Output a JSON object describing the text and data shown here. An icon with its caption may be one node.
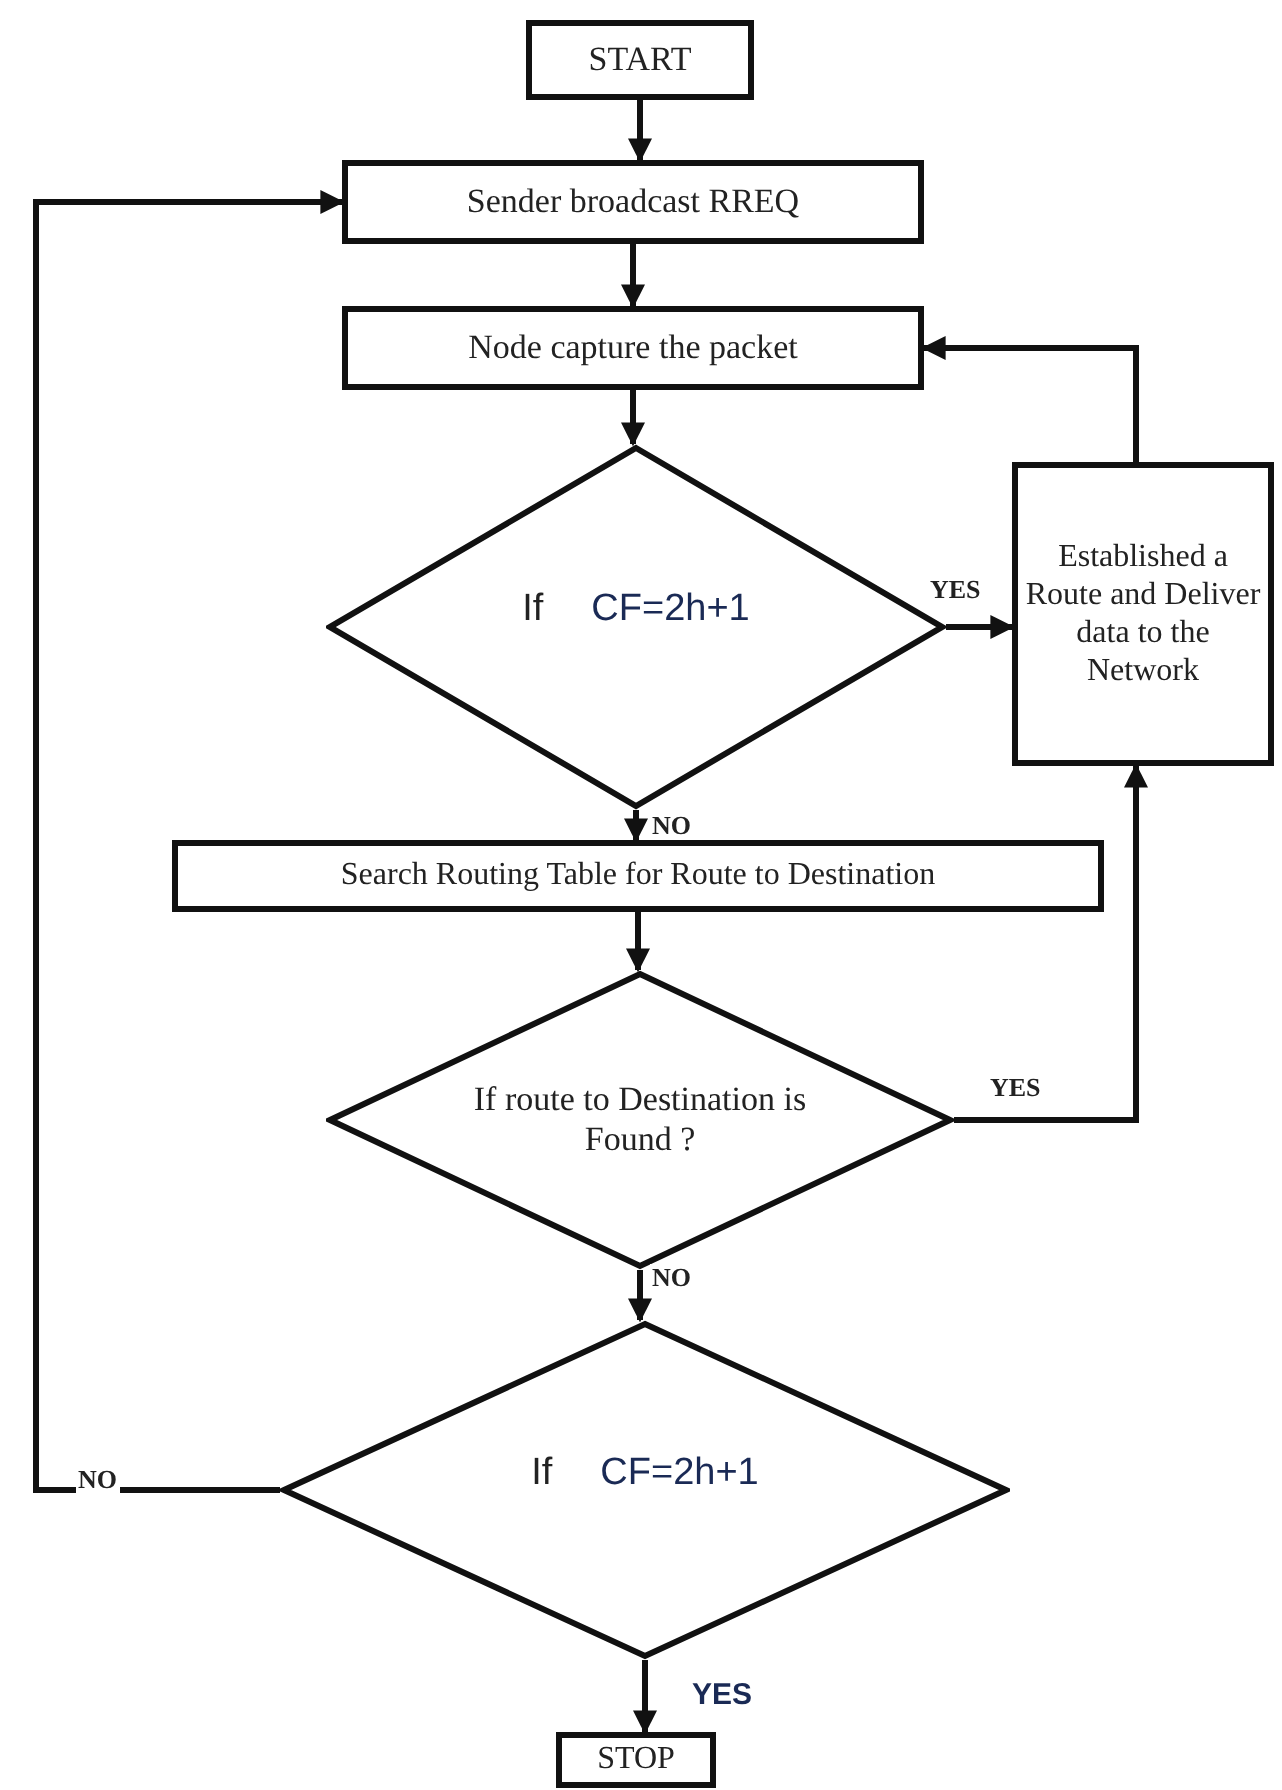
{
  "diagram": {
    "nodes": [
      {
        "text": [
          "START"
        ]
      },
      {
        "text": [
          "Sender broadcast RREQ"
        ]
      },
      {
        "text": [
          "Node capture the packet"
        ]
      },
      {
        "text": [
          "If",
          "CF=2h+1"
        ]
      },
      {
        "text": [
          "Established a Route and Deliver data to the Network"
        ]
      },
      {
        "text": [
          "Search Routing Table for Route to Destination"
        ]
      },
      {
        "text": [
          "If route to Destination is Found ?"
        ]
      },
      {
        "text": [
          "If",
          "CF=2h+1"
        ]
      },
      {
        "text": [
          "STOP"
        ]
      }
    ],
    "edges": [
      {
        "from": 0,
        "to": 1,
        "arrow": "to"
      },
      {
        "from": 1,
        "to": 2,
        "arrow": "to"
      },
      {
        "from": 2,
        "to": 3,
        "arrow": "to"
      },
      {
        "from": 3,
        "to": 4,
        "arrow": "to",
        "label": "YES"
      },
      {
        "from": 3,
        "to": 5,
        "arrow": "to",
        "label": "NO"
      },
      {
        "from": 4,
        "to": 2,
        "arrow": "to"
      },
      {
        "from": 5,
        "to": 6,
        "arrow": "to"
      },
      {
        "from": 6,
        "to": 4,
        "arrow": "to",
        "label": "YES"
      },
      {
        "from": 6,
        "to": 7,
        "arrow": "to",
        "label": "NO"
      },
      {
        "from": 7,
        "to": 1,
        "arrow": "to",
        "label": "NO"
      },
      {
        "from": 7,
        "to": 8,
        "arrow": "to",
        "label": "YES"
      }
    ]
  }
}
